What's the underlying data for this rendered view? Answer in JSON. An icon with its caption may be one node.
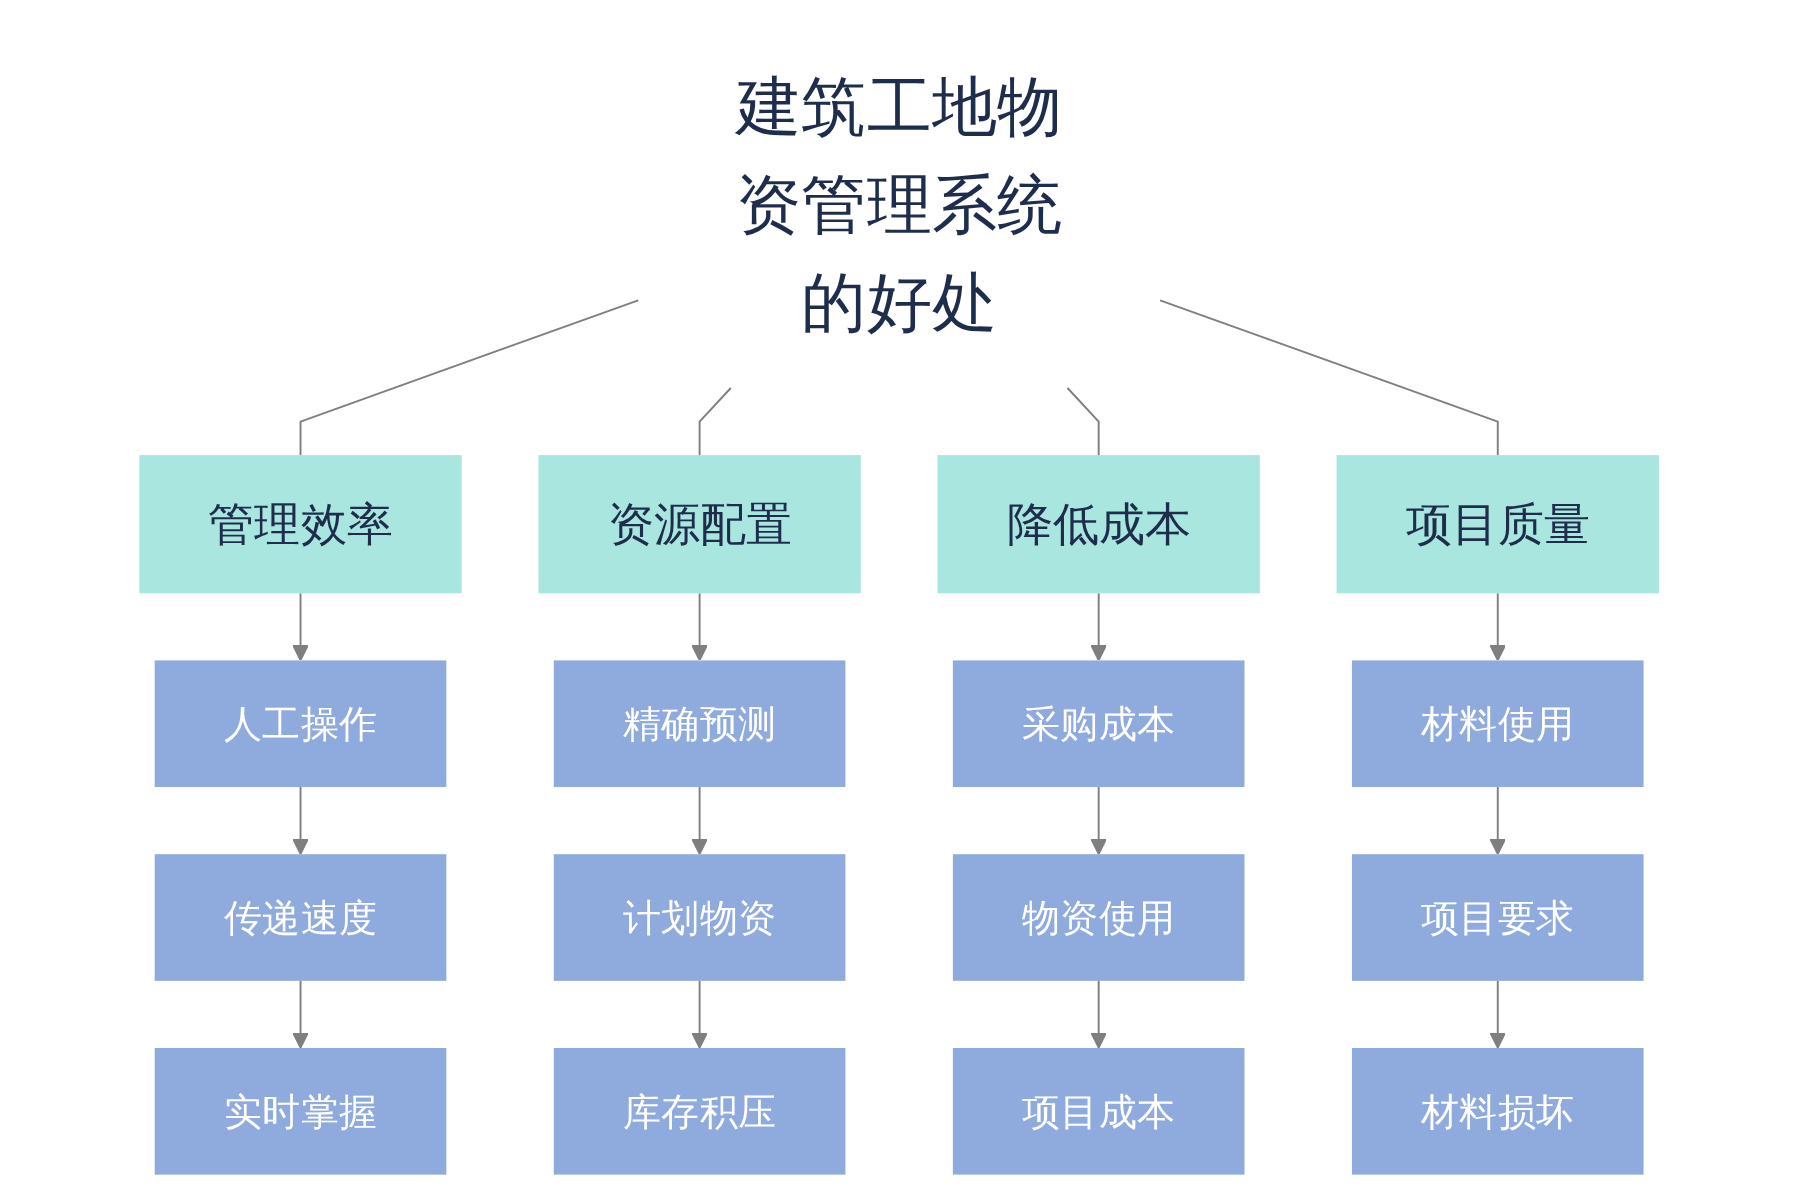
{
  "diagram": {
    "nodes": [
      {
        "text": [
          "建筑工地物资管理系统的好处"
        ]
      },
      {
        "text": [
          "管理效率"
        ]
      },
      {
        "text": [
          "人工操作"
        ]
      },
      {
        "text": [
          "传递速度"
        ]
      },
      {
        "text": [
          "实时掌握"
        ]
      },
      {
        "text": [
          "资源配置"
        ]
      },
      {
        "text": [
          "精确预测"
        ]
      },
      {
        "text": [
          "计划物资"
        ]
      },
      {
        "text": [
          "库存积压"
        ]
      },
      {
        "text": [
          "降低成本"
        ]
      },
      {
        "text": [
          "采购成本"
        ]
      },
      {
        "text": [
          "物资使用"
        ]
      },
      {
        "text": [
          "项目成本"
        ]
      },
      {
        "text": [
          "项目质量"
        ]
      },
      {
        "text": [
          "材料使用"
        ]
      },
      {
        "text": [
          "项目要求"
        ]
      },
      {
        "text": [
          "材料损坏"
        ]
      }
    ],
    "edges": [
      {
        "from": 0,
        "to": 1,
        "arrow": "none"
      },
      {
        "from": 0,
        "to": 5,
        "arrow": "none"
      },
      {
        "from": 0,
        "to": 9,
        "arrow": "none"
      },
      {
        "from": 0,
        "to": 13,
        "arrow": "none"
      },
      {
        "from": 1,
        "to": 2,
        "arrow": "to"
      },
      {
        "from": 2,
        "to": 3,
        "arrow": "to"
      },
      {
        "from": 3,
        "to": 4,
        "arrow": "to"
      },
      {
        "from": 5,
        "to": 6,
        "arrow": "to"
      },
      {
        "from": 6,
        "to": 7,
        "arrow": "to"
      },
      {
        "from": 7,
        "to": 8,
        "arrow": "to"
      },
      {
        "from": 9,
        "to": 10,
        "arrow": "to"
      },
      {
        "from": 10,
        "to": 11,
        "arrow": "to"
      },
      {
        "from": 11,
        "to": 12,
        "arrow": "to"
      },
      {
        "from": 13,
        "to": 14,
        "arrow": "to"
      },
      {
        "from": 14,
        "to": 15,
        "arrow": "to"
      },
      {
        "from": 15,
        "to": 16,
        "arrow": "to"
      }
    ]
  }
}
